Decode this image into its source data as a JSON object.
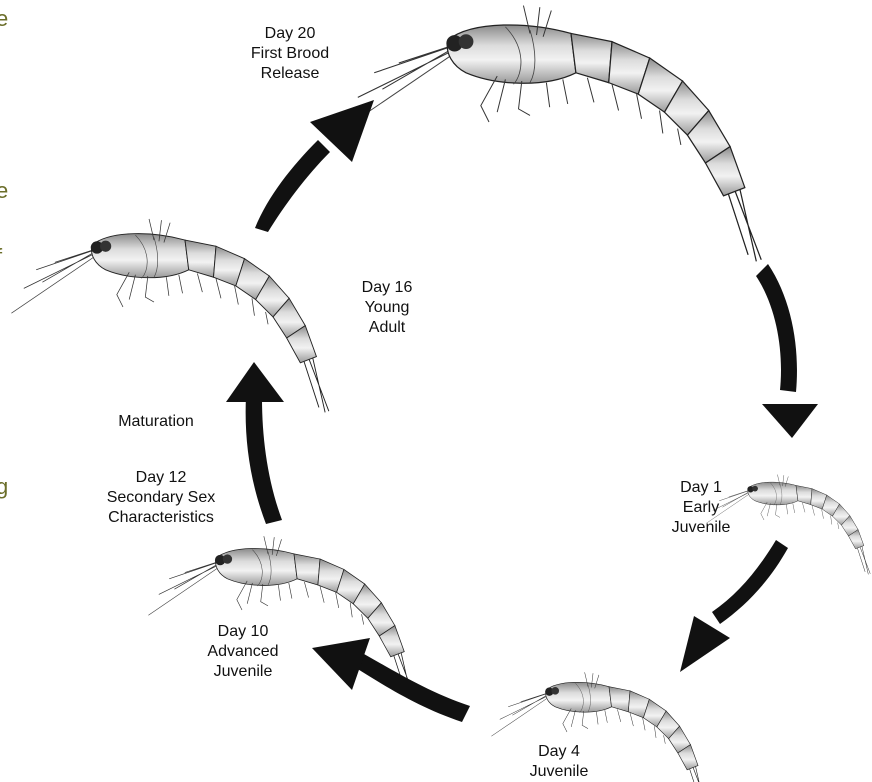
{
  "edge_letters": [
    "e",
    "e",
    "f",
    "g"
  ],
  "colors": {
    "arrow": "#111111",
    "edge_text": "#6b6e2a"
  },
  "stages": {
    "day20": {
      "line1": "Day 20",
      "line2": "First Brood",
      "line3": "Release"
    },
    "day16": {
      "line1": "Day 16",
      "line2": "Young",
      "line3": "Adult"
    },
    "day1": {
      "line1": "Day 1",
      "line2": "Early",
      "line3": "Juvenile"
    },
    "day4": {
      "line1": "Day 4",
      "line2": "Juvenile"
    },
    "day10": {
      "line1": "Day 10",
      "line2": "Advanced",
      "line3": "Juvenile"
    },
    "day12": {
      "line1": "Day 12",
      "line2": "Secondary Sex",
      "line3": "Characteristics"
    },
    "maturation": "Maturation"
  }
}
